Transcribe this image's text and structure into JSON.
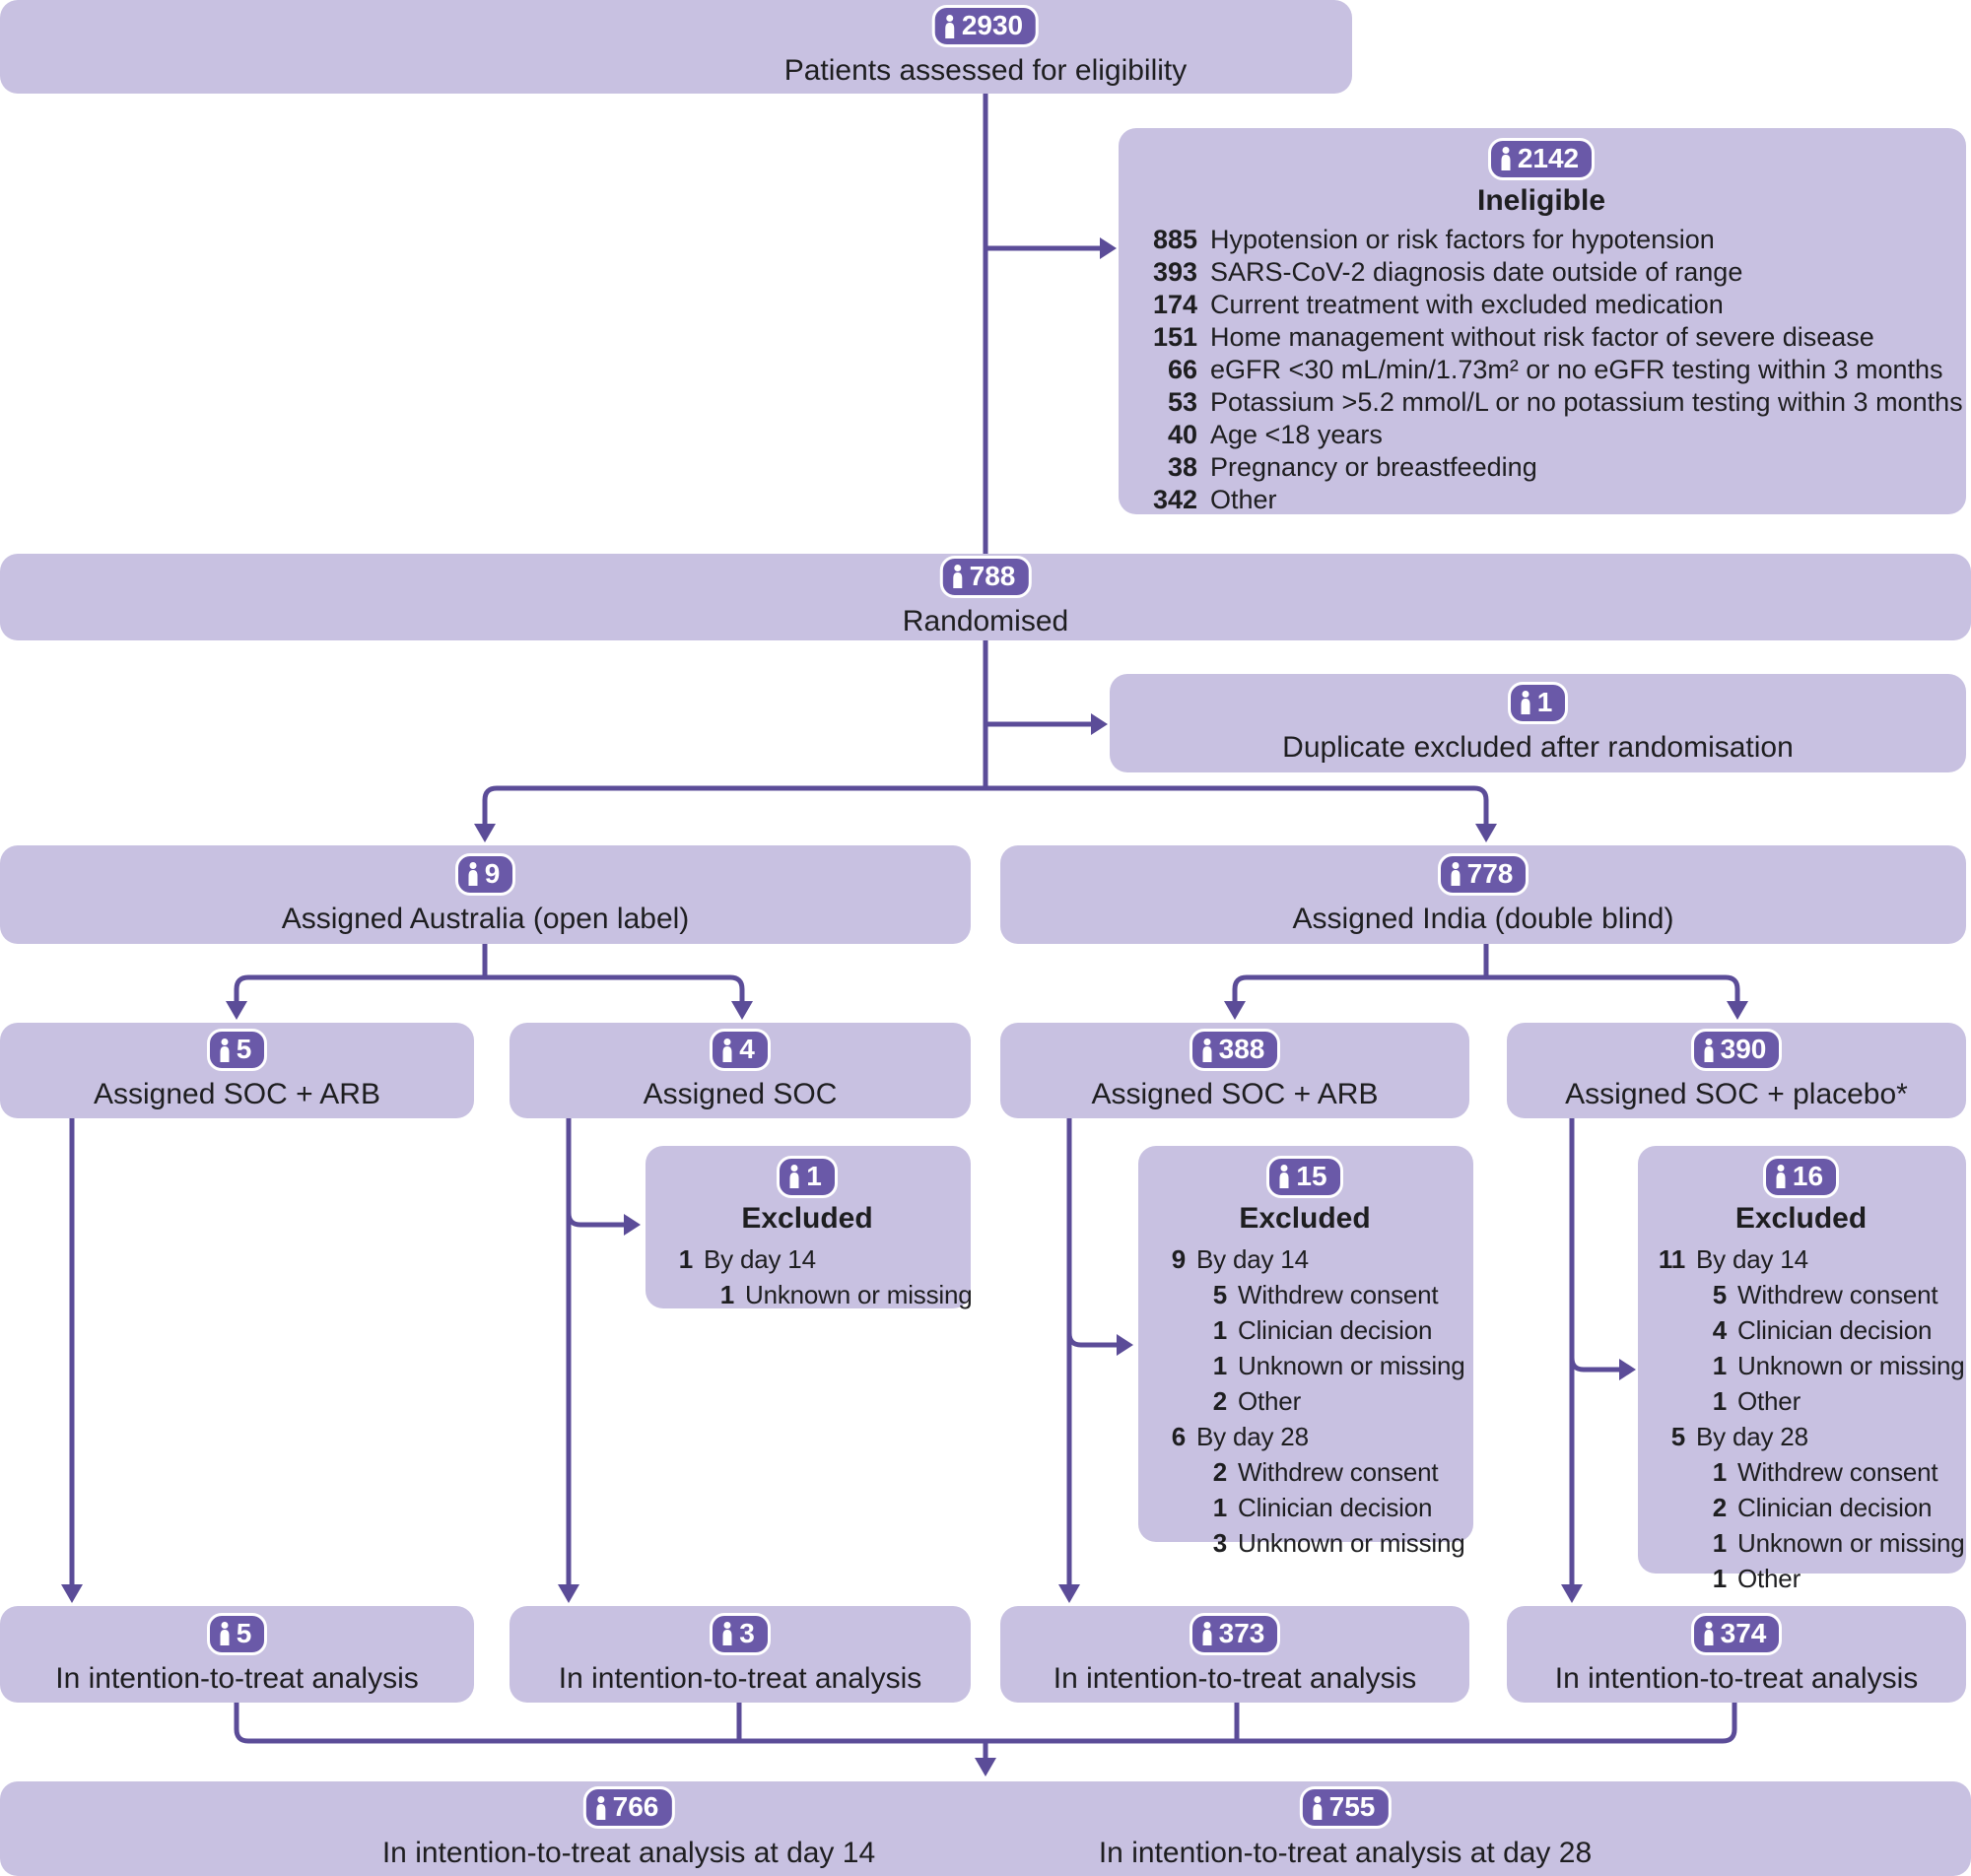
{
  "colors": {
    "box_fill": "#c8c1e1",
    "badge_fill": "#6a59a8",
    "connector": "#5b4c98",
    "text": "#1e1e20"
  },
  "boxes": {
    "eligibility": {
      "count": "2930",
      "label": "Patients assessed for eligibility"
    },
    "ineligible": {
      "count": "2142",
      "title": "Ineligible",
      "items": [
        {
          "n": "885",
          "label": "Hypotension or risk factors for hypotension"
        },
        {
          "n": "393",
          "label": "SARS-CoV-2 diagnosis date outside of range"
        },
        {
          "n": "174",
          "label": "Current treatment with excluded medication"
        },
        {
          "n": "151",
          "label": "Home management without risk factor of severe disease"
        },
        {
          "n": "66",
          "label": "eGFR <30 mL/min/1.73m² or no eGFR testing within 3 months"
        },
        {
          "n": "53",
          "label": "Potassium >5.2 mmol/L or no potassium testing within 3 months"
        },
        {
          "n": "40",
          "label": "Age <18 years"
        },
        {
          "n": "38",
          "label": "Pregnancy or breastfeeding"
        },
        {
          "n": "342",
          "label": "Other"
        }
      ]
    },
    "randomised": {
      "count": "788",
      "label": "Randomised"
    },
    "duplicate": {
      "count": "1",
      "label": "Duplicate excluded after randomisation"
    },
    "australia": {
      "count": "9",
      "label": "Assigned Australia (open label)"
    },
    "india": {
      "count": "778",
      "label": "Assigned India (double blind)"
    },
    "arm_au_arb": {
      "count": "5",
      "label": "Assigned SOC + ARB"
    },
    "arm_au_soc": {
      "count": "4",
      "label": "Assigned SOC"
    },
    "arm_in_arb": {
      "count": "388",
      "label": "Assigned SOC + ARB"
    },
    "arm_in_placebo": {
      "count": "390",
      "label": "Assigned SOC + placebo*"
    },
    "excluded_au_soc": {
      "count": "1",
      "title": "Excluded",
      "items": [
        {
          "n": "1",
          "label": "By day 14",
          "indent": 0
        },
        {
          "n": "1",
          "label": "Unknown or missing",
          "indent": 1
        }
      ]
    },
    "excluded_in_arb": {
      "count": "15",
      "title": "Excluded",
      "items": [
        {
          "n": "9",
          "label": "By day 14",
          "indent": 0
        },
        {
          "n": "5",
          "label": "Withdrew consent",
          "indent": 1
        },
        {
          "n": "1",
          "label": "Clinician decision",
          "indent": 1
        },
        {
          "n": "1",
          "label": "Unknown or missing",
          "indent": 1
        },
        {
          "n": "2",
          "label": "Other",
          "indent": 1
        },
        {
          "n": "6",
          "label": "By day 28",
          "indent": 0
        },
        {
          "n": "2",
          "label": "Withdrew consent",
          "indent": 1
        },
        {
          "n": "1",
          "label": "Clinician decision",
          "indent": 1
        },
        {
          "n": "3",
          "label": "Unknown or missing",
          "indent": 1
        }
      ]
    },
    "excluded_in_placebo": {
      "count": "16",
      "title": "Excluded",
      "items": [
        {
          "n": "11",
          "label": "By day 14",
          "indent": 0
        },
        {
          "n": "5",
          "label": "Withdrew consent",
          "indent": 1
        },
        {
          "n": "4",
          "label": "Clinician decision",
          "indent": 1
        },
        {
          "n": "1",
          "label": "Unknown or missing",
          "indent": 1
        },
        {
          "n": "1",
          "label": "Other",
          "indent": 1
        },
        {
          "n": "5",
          "label": "By day 28",
          "indent": 0
        },
        {
          "n": "1",
          "label": "Withdrew consent",
          "indent": 1
        },
        {
          "n": "2",
          "label": "Clinician decision",
          "indent": 1
        },
        {
          "n": "1",
          "label": "Unknown or missing",
          "indent": 1
        },
        {
          "n": "1",
          "label": "Other",
          "indent": 1
        }
      ]
    },
    "itt_au_arb": {
      "count": "5",
      "label": "In intention-to-treat analysis"
    },
    "itt_au_soc": {
      "count": "3",
      "label": "In intention-to-treat analysis"
    },
    "itt_in_arb": {
      "count": "373",
      "label": "In intention-to-treat analysis"
    },
    "itt_in_placebo": {
      "count": "374",
      "label": "In intention-to-treat analysis"
    },
    "final_day14": {
      "count": "766",
      "label": "In intention-to-treat analysis at day 14"
    },
    "final_day28": {
      "count": "755",
      "label": "In intention-to-treat analysis at day 28"
    }
  }
}
